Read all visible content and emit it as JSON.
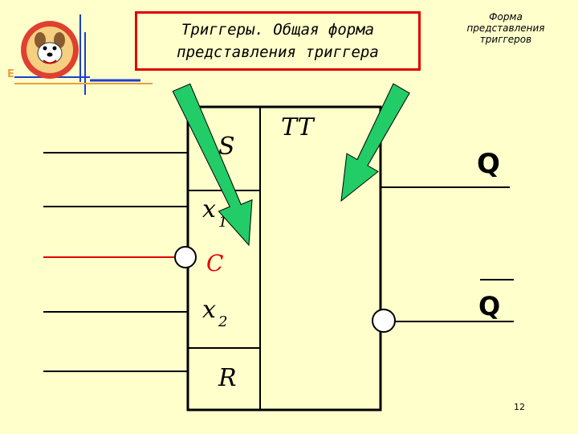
{
  "title": {
    "line1": "Триггеры. Общая форма",
    "line2": "представления триггера"
  },
  "corner_note": {
    "line1": "Форма",
    "line2": "представления",
    "line3": "триггеров"
  },
  "diagram": {
    "block_label": "TT",
    "inputs": {
      "s": "S",
      "x1": "x",
      "x1_sub": "1",
      "c": "C",
      "x2": "x",
      "x2_sub": "2",
      "r": "R"
    },
    "outputs": {
      "q": "Q",
      "q_inverted": "Q"
    }
  },
  "colors": {
    "background": "#ffffcc",
    "title_border": "#e00000",
    "arrow_fill": "#22cc66",
    "c_input": "#e00000",
    "logo_accent": "#1a3fd0"
  },
  "logo_letter": "E",
  "page_number": "12"
}
